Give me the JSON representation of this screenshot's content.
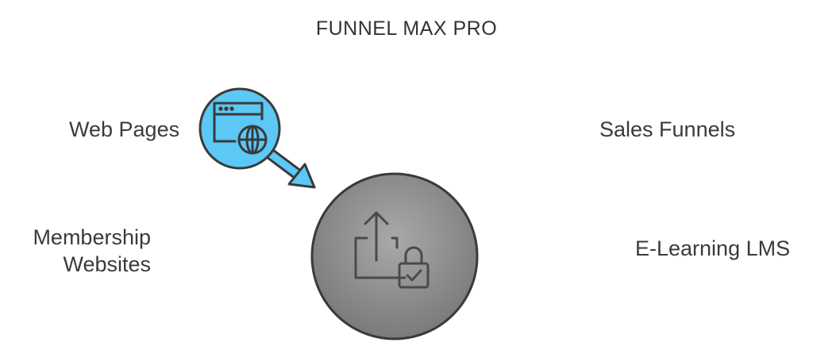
{
  "title": "FUNNEL MAX PRO",
  "nodes": [
    {
      "label": "Web Pages",
      "icon": "browser-globe-icon",
      "color": "#5bc8f5"
    },
    {
      "label": "Sales Funnels",
      "icon": "funnel-icon",
      "color": "#7fe0b4"
    },
    {
      "label": "Membership\nWebsites",
      "icon": "padlock-icon",
      "color": "#b6e37a"
    },
    {
      "label": "E-Learning LMS",
      "icon": "laptop-graduation-icon",
      "color": "#f7a96a"
    }
  ],
  "center": {
    "icon": "upload-lock-icon",
    "color": "#8a8a8a"
  }
}
